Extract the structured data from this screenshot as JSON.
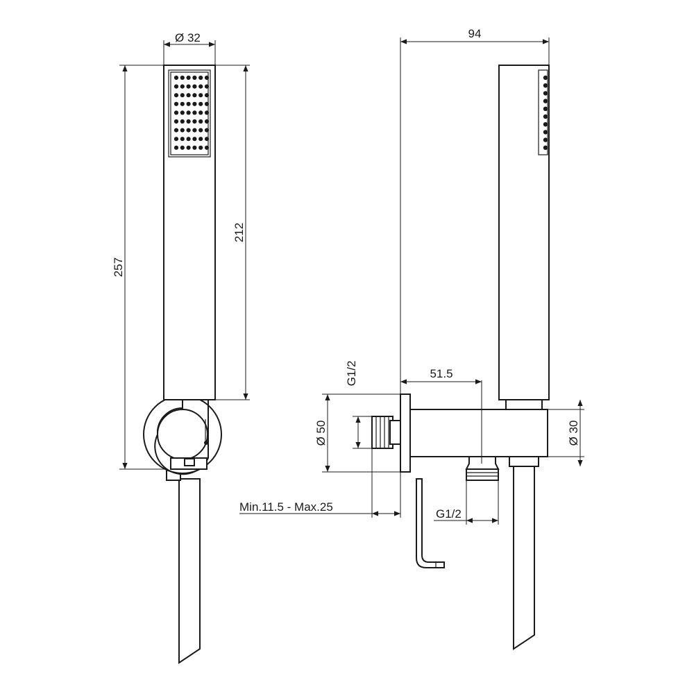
{
  "dimensions": {
    "dia_32": "Ø 32",
    "h_257": "257",
    "h_212": "212",
    "w_94": "94",
    "w_51_5": "51.5",
    "g12_top": "G1/2",
    "dia_50": "Ø 50",
    "dia_30": "Ø 30",
    "min_max": "Min.11.5 - Max.25",
    "g12_bottom": "G1/2"
  },
  "nozzle_grid": {
    "rows": 9,
    "cols": 6
  },
  "side_nozzles": 10
}
